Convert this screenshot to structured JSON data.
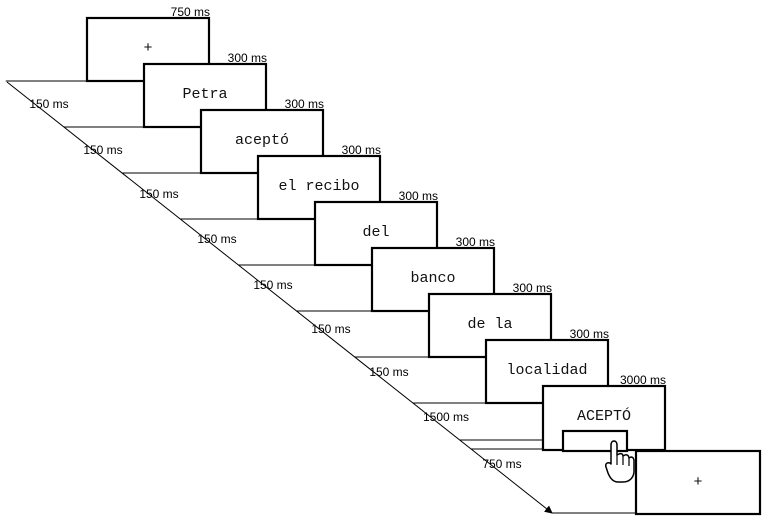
{
  "screens": [
    {
      "word": "+",
      "duration": "750 ms"
    },
    {
      "word": "Petra",
      "duration": "300 ms"
    },
    {
      "word": "aceptó",
      "duration": "300 ms"
    },
    {
      "word": "el recibo",
      "duration": "300 ms"
    },
    {
      "word": "del",
      "duration": "300 ms"
    },
    {
      "word": "banco",
      "duration": "300 ms"
    },
    {
      "word": "de la",
      "duration": "300 ms"
    },
    {
      "word": "localidad",
      "duration": "300 ms"
    },
    {
      "word": "ACEPTÓ",
      "duration": "3000 ms"
    }
  ],
  "final_screen": {
    "word": "+"
  },
  "isi_labels": [
    "150 ms",
    "150 ms",
    "150 ms",
    "150 ms",
    "150 ms",
    "150 ms",
    "150 ms",
    "1500 ms",
    "750 ms"
  ],
  "response": {
    "icon": "hand-pointer-icon"
  }
}
